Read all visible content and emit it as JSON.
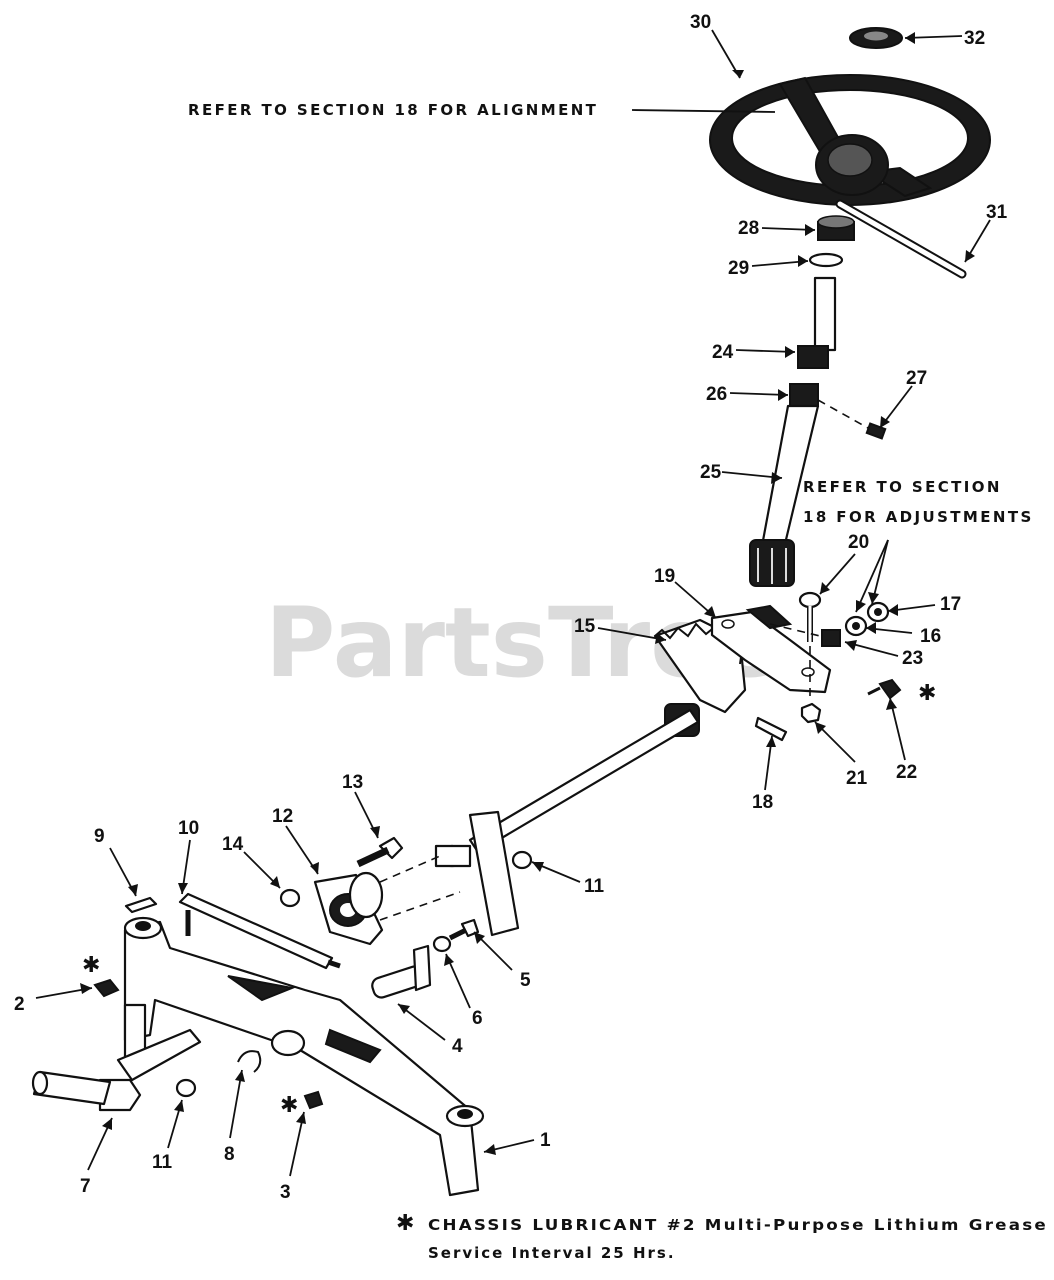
{
  "watermark": "PartsTree",
  "notes": {
    "alignment": "REFER TO SECTION 18 FOR ALIGNMENT",
    "adjustments_line1": "REFER TO SECTION",
    "adjustments_line2": "18 FOR ADJUSTMENTS"
  },
  "footer": {
    "symbol": "✱",
    "line1": "CHASSIS LUBRICANT #2 Multi-Purpose Lithium Grease",
    "line2": "Service Interval 25 Hrs."
  },
  "lube_symbol": "✱",
  "callouts": [
    "1",
    "2",
    "3",
    "4",
    "5",
    "6",
    "7",
    "8",
    "9",
    "10",
    "11",
    "11",
    "12",
    "13",
    "14",
    "15",
    "16",
    "17",
    "18",
    "19",
    "20",
    "21",
    "22",
    "23",
    "24",
    "25",
    "26",
    "27",
    "28",
    "29",
    "30",
    "31",
    "32"
  ]
}
